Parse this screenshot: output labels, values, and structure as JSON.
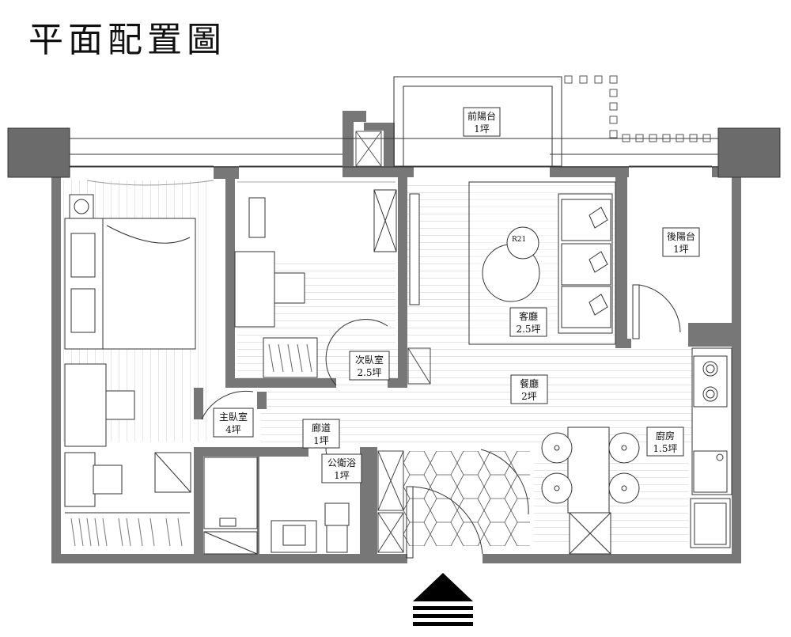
{
  "title": "平面配置圖",
  "rooms": {
    "front_balcony": {
      "name": "前陽台",
      "area": "1坪"
    },
    "back_balcony": {
      "name": "後陽台",
      "area": "1坪"
    },
    "living_room": {
      "name": "客廳",
      "area": "2.5坪"
    },
    "second_bedroom": {
      "name": "次臥室",
      "area": "2.5坪"
    },
    "dining_room": {
      "name": "餐廳",
      "area": "2坪"
    },
    "master_bedroom": {
      "name": "主臥室",
      "area": "4坪"
    },
    "corridor": {
      "name": "廊道",
      "area": "1坪"
    },
    "public_bathroom": {
      "name": "公衛浴",
      "area": "1坪"
    },
    "kitchen": {
      "name": "廚房",
      "area": "1.5坪"
    }
  },
  "table_tag": "R21",
  "colors": {
    "wall": "#777777",
    "column": "#6b6b6b",
    "line": "#333333",
    "entrance_arrow": "#000000"
  },
  "icons": {
    "entrance": "entrance-arrow-icon"
  }
}
